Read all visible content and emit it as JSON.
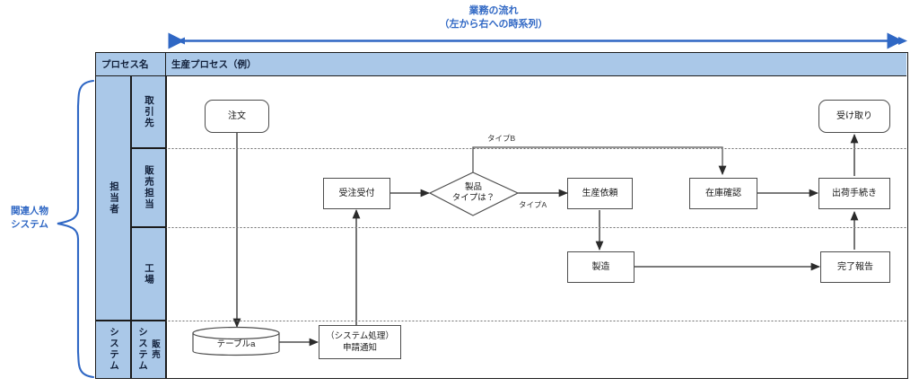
{
  "flow_title": "業務の流れ\n（左から右への時系列）",
  "bracket_label": "関連人物\nシステム",
  "header": {
    "process_name": "プロセス名",
    "process_example": "生産プロセス（例）"
  },
  "lanes": {
    "group_tantou": "担当者",
    "group_system": "システム",
    "lane_torihikisaki": "取引先",
    "lane_hanbaitantou": "販売担当",
    "lane_koujou": "工場",
    "lane_system_a": "システム",
    "lane_system_b": "販売"
  },
  "nodes": {
    "chumon": "注文",
    "juchu_uketsuke": "受注受付",
    "seihin_type": "製品\nタイプは？",
    "seisan_irai": "生産依頼",
    "zaiko_kakunin": "在庫確認",
    "shukka_tetsuzuki": "出荷手続き",
    "uketori": "受け取り",
    "seizou": "製造",
    "kanryou_houkoku": "完了報告",
    "table_a": "テーブルa",
    "shinsei_tsuchi": "（システム処理）\n申請通知"
  },
  "edge_labels": {
    "type_b": "タイプB",
    "type_a": "タイプA"
  },
  "colors": {
    "accent_blue": "#2f67c4",
    "lane_fill": "#aac8e8",
    "border": "#1b1b1b",
    "node_border": "#4d4d4d"
  }
}
